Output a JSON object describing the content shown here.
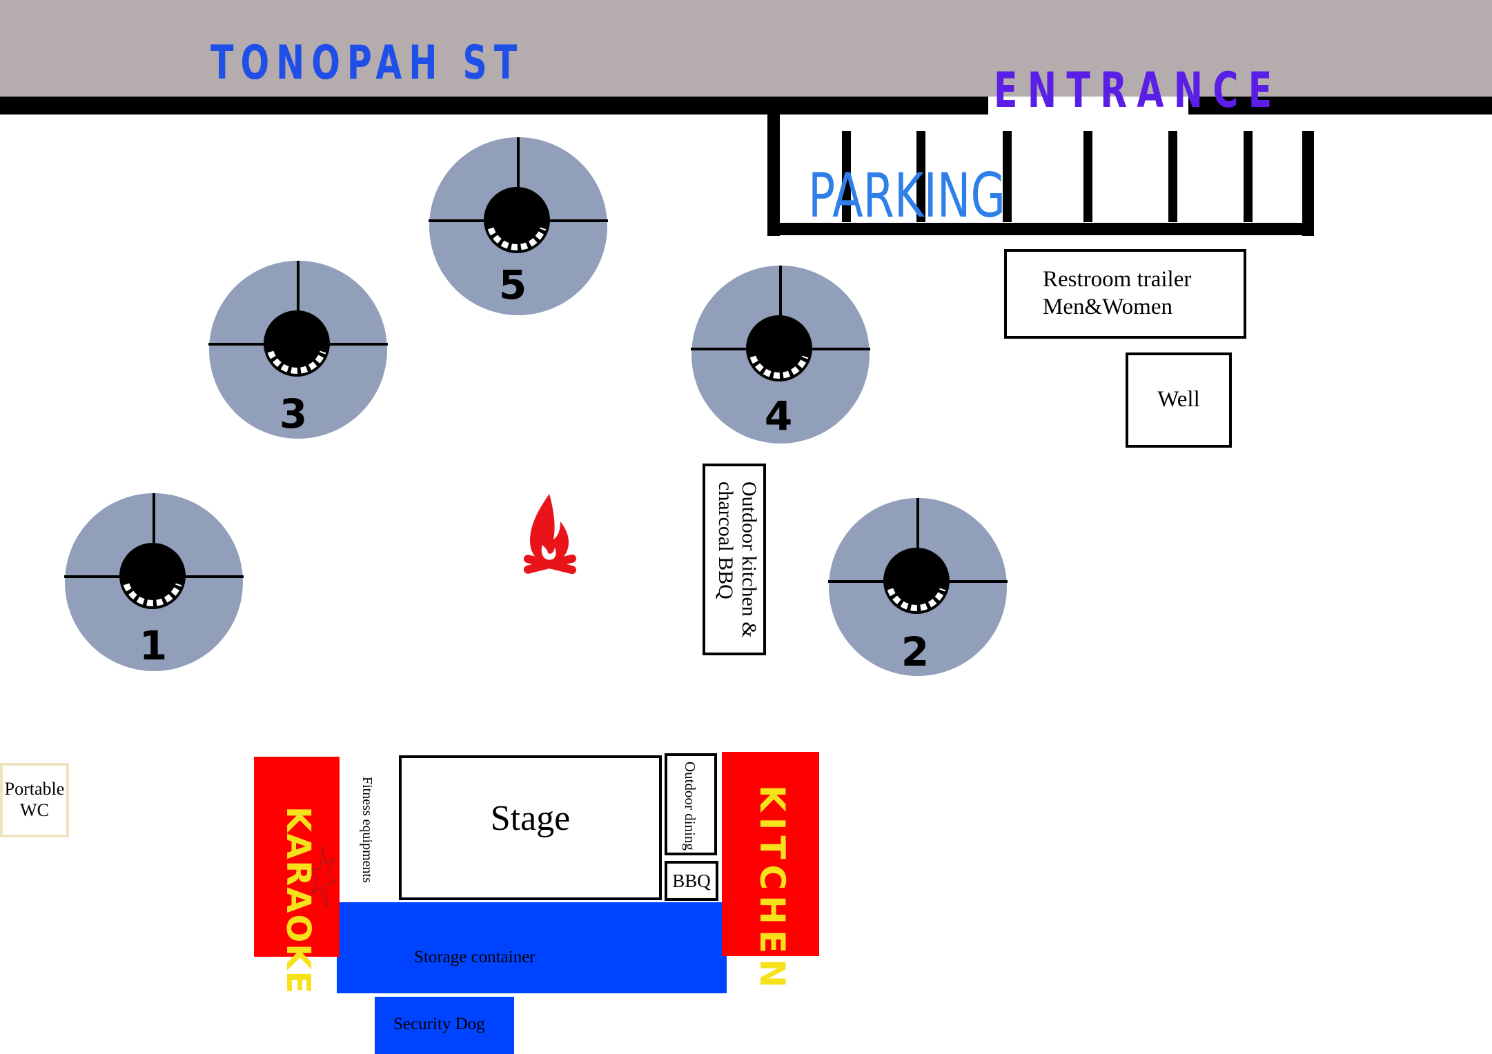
{
  "street": {
    "name": "TONOPAH ST",
    "color": "#b5acae"
  },
  "entrance": {
    "label": "ENTRANCE"
  },
  "parking": {
    "label": "PARKING"
  },
  "restroom": {
    "line1": "Restroom trailer",
    "line2": "Men&Women"
  },
  "well": {
    "label": "Well"
  },
  "outdoor_kitchen": {
    "label": "Outdoor kitchen & charcoal BBQ"
  },
  "portable_wc": {
    "line1": "Portable",
    "line2": "WC"
  },
  "karaoke": {
    "label": "KARAOKE",
    "color": "#ff0000"
  },
  "fitness": {
    "label": "Fitness equipments"
  },
  "stage": {
    "label": "Stage"
  },
  "outdoor_dining": {
    "label": "Outdoor dining"
  },
  "bbq": {
    "label": "BBQ"
  },
  "kitchen": {
    "label": "KITCHEN",
    "color": "#ff0000"
  },
  "storage": {
    "label": "Storage container",
    "color": "#0044ff"
  },
  "security": {
    "label": "Security Dog"
  },
  "campfire": {
    "icon": "campfire-icon",
    "color": "#e8141a"
  },
  "tents": [
    {
      "number": "1"
    },
    {
      "number": "2"
    },
    {
      "number": "3"
    },
    {
      "number": "4"
    },
    {
      "number": "5"
    }
  ]
}
